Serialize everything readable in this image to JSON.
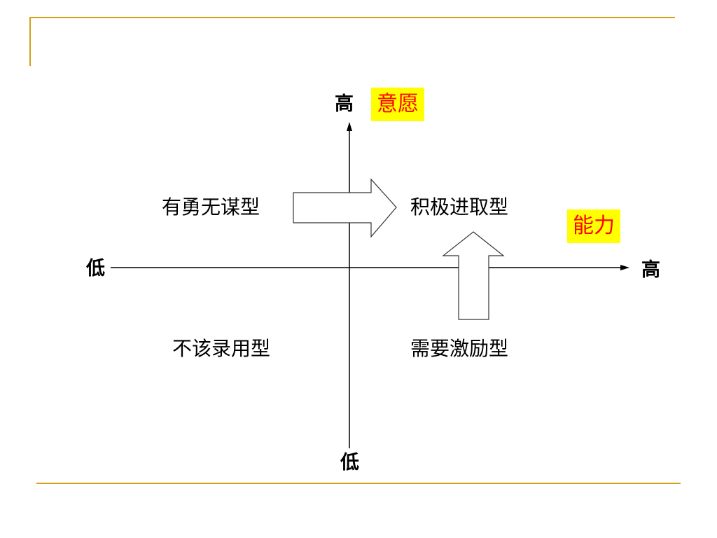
{
  "axes": {
    "vertical_high": "高",
    "vertical_low": "低",
    "horizontal_low": "低",
    "horizontal_high": "高"
  },
  "axis_names": {
    "vertical": "意愿",
    "horizontal": "能力"
  },
  "quadrants": {
    "top_left": "有勇无谋型",
    "top_right": "积极进取型",
    "bottom_left": "不该录用型",
    "bottom_right": "需要激励型"
  },
  "colors": {
    "frame_line": "#d4a017",
    "tag_background": "#ffff00",
    "tag_text": "#ff0000"
  }
}
